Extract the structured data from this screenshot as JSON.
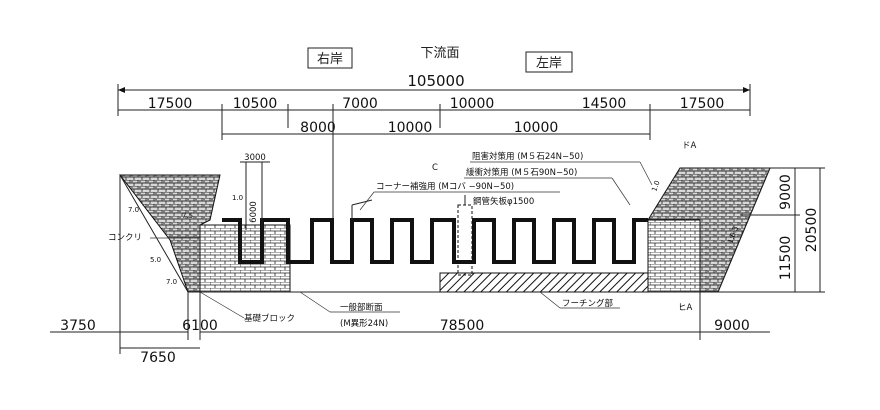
{
  "header": {
    "right_bank": "右岸",
    "flow": "下流面",
    "left_bank": "左岸"
  },
  "dimensions": {
    "total_width": "105000",
    "top_row": [
      "17500",
      "10500",
      "7000",
      "10000",
      "14500",
      "17500"
    ],
    "second_row": [
      "8000",
      "10000",
      "10000"
    ],
    "upper_height": "9000",
    "lower_height": "11500",
    "total_height": "20500",
    "left_footing": "3750",
    "left_offset": "7650",
    "inner_left": "6100",
    "bottom_span": "78500",
    "right_footing": "9000",
    "spacing_3000": "3000",
    "spacing_6000": "6000",
    "side_marks": [
      "7.0",
      "7.5",
      "5.0",
      "7.0",
      "1.0"
    ],
    "right_slope": "1:0.5",
    "right_slope_2": "1.0"
  },
  "labels": {
    "retaining_top": "阻害対策用 (M５石24N−50)",
    "retaining_mid": "緩衝対策用 (M５石90N−50)",
    "corner": "コーナー補強用 (Mコバ −90N−50)",
    "rebar": "鋼管矢板φ1500",
    "concrete": "コンクリ",
    "base_block": "基礎ブロック",
    "general_section": "一般部断面",
    "general_spec": "(M異形24N)",
    "footing": "フーチング部",
    "right_top_mark": "ドA",
    "right_low_mark": "ヒA",
    "center_mark": "C"
  }
}
